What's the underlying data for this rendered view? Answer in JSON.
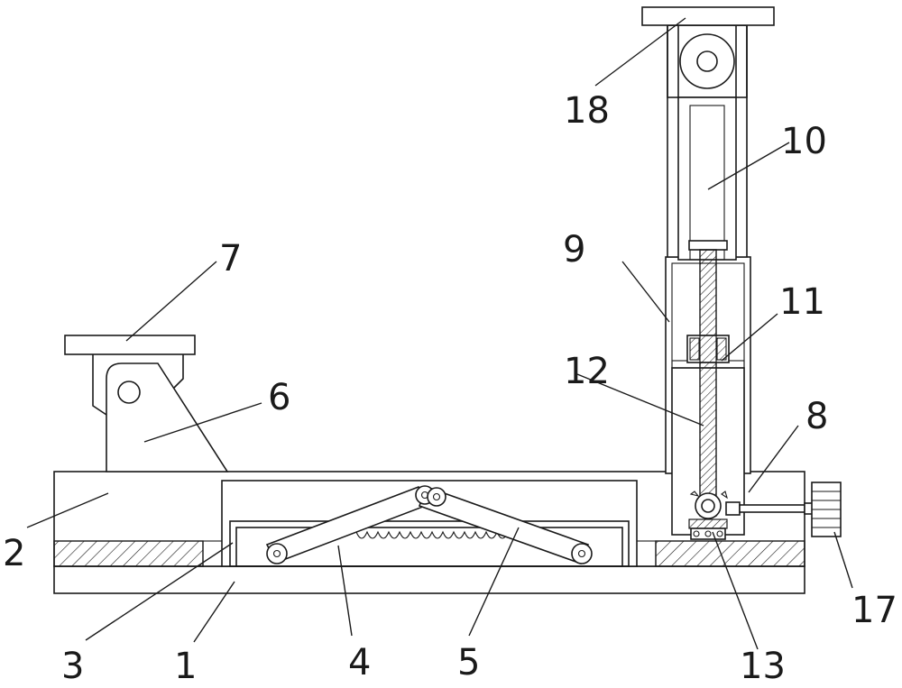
{
  "labels": {
    "l1": "1",
    "l2": "2",
    "l3": "3",
    "l4": "4",
    "l5": "5",
    "l6": "6",
    "l7": "7",
    "l8": "8",
    "l9": "9",
    "l10": "10",
    "l11": "11",
    "l12": "12",
    "l13": "13",
    "l17": "17",
    "l18": "18"
  }
}
